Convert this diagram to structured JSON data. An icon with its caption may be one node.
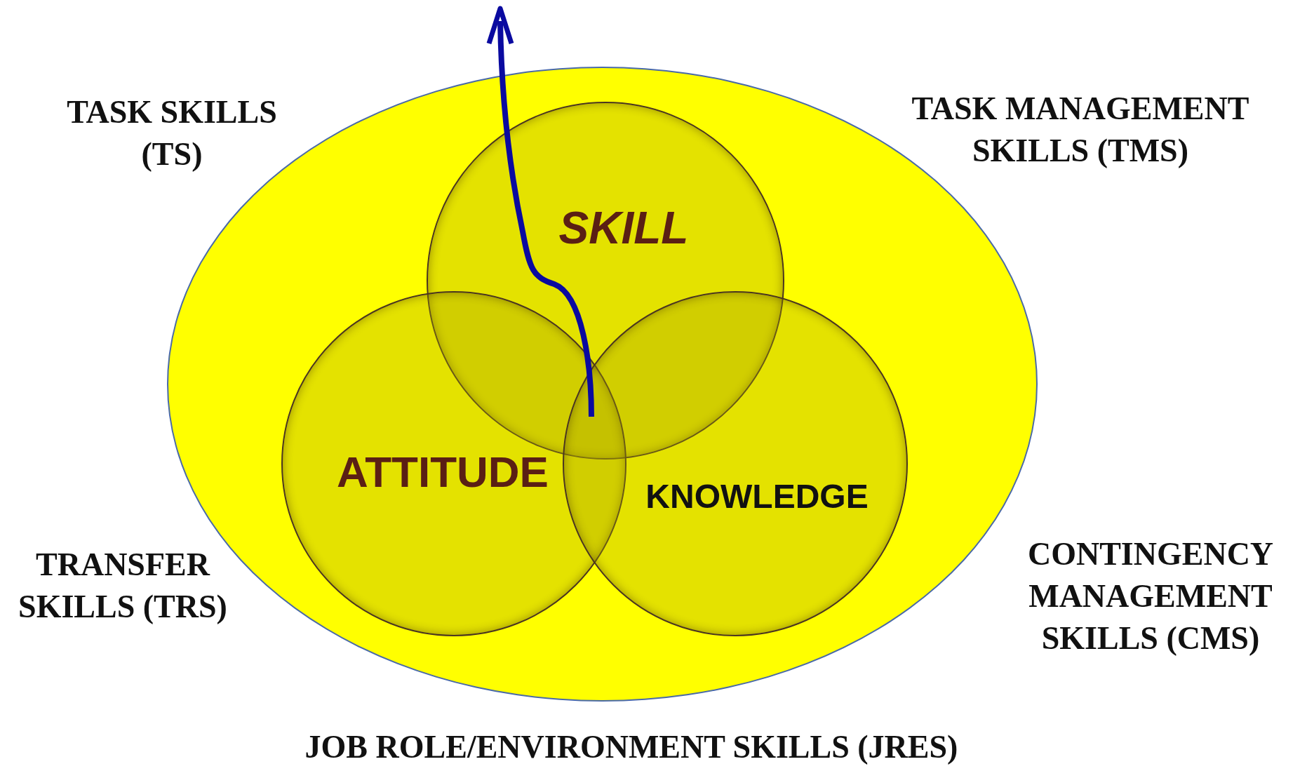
{
  "diagram": {
    "nodes": [
      {
        "text": [],
        "shape": "ellipse"
      },
      {
        "text": [
          "SKILL"
        ],
        "in": 0
      },
      {
        "text": [
          "ATTITUDE"
        ],
        "in": 0
      },
      {
        "text": [
          "KNOWLEDGE"
        ],
        "in": 0
      }
    ],
    "labels": [
      "TASK SKILLS (TS)",
      "TASK MANAGEMENT SKILLS (TMS)",
      "TRANSFER SKILLS (TRS)",
      "CONTINGENCY MANAGEMENT SKILLS (CMS)",
      "JOB ROLE/ENVIRONMENT SKILLS (JRES)"
    ]
  }
}
